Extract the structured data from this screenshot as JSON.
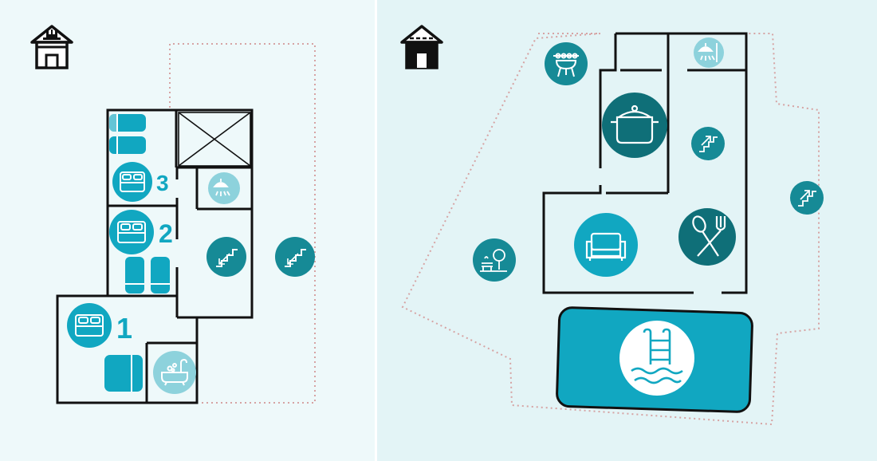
{
  "colors": {
    "bg_upper": "#eef9fa",
    "bg_ground": "#e3f4f6",
    "divider": "#ffffff",
    "wall": "#111111",
    "boundary": "#d6a3a3",
    "accent": "#11a7c1",
    "dark_teal": "#0f6f78",
    "mid_teal": "#168a96",
    "light_teal": "#8dd2dc",
    "pool": "#11a7c1",
    "icon_line": "#ffffff"
  },
  "upper_floor": {
    "level_icon": "house-upper-floor-icon",
    "rooms": [
      {
        "number": "3",
        "room_icon": "double-bed-icon",
        "extra_beds": [
          "single-bed-icon",
          "single-bed-icon"
        ]
      },
      {
        "number": "2",
        "room_icon": "double-bed-icon",
        "extra_beds": [
          "single-bed-icon",
          "single-bed-icon"
        ]
      },
      {
        "number": "1",
        "room_icon": "double-bed-icon",
        "extra_beds": [
          "single-bed-icon"
        ]
      }
    ],
    "amenities": [
      "shower-icon",
      "bathtub-icon",
      "stairs-down-icon",
      "outdoor-stairs-down-icon",
      "stairwell-void"
    ]
  },
  "ground_floor": {
    "level_icon": "house-ground-floor-icon",
    "amenities": [
      "barbecue-icon",
      "outdoor-shower-icon",
      "kitchen-pot-icon",
      "stairs-up-icon",
      "outdoor-stairs-up-icon",
      "living-room-sofa-icon",
      "dining-cutlery-icon",
      "garden-icon",
      "swimming-pool-icon"
    ]
  }
}
